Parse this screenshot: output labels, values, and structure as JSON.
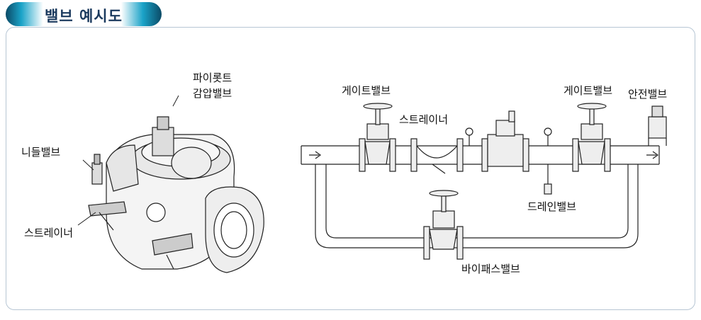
{
  "header": {
    "title": "밸브 예시도"
  },
  "left_diagram": {
    "labels": {
      "pilot_line1": "파이롯트",
      "pilot_line2": "감압밸브",
      "needle": "니들밸브",
      "strainer": "스트레이너"
    }
  },
  "right_diagram": {
    "labels": {
      "gate1": "게이트밸브",
      "strainer": "스트레이너",
      "gate2": "게이트밸브",
      "safety": "안전밸브",
      "drain": "드레인밸브",
      "bypass": "바이패스밸브"
    }
  }
}
